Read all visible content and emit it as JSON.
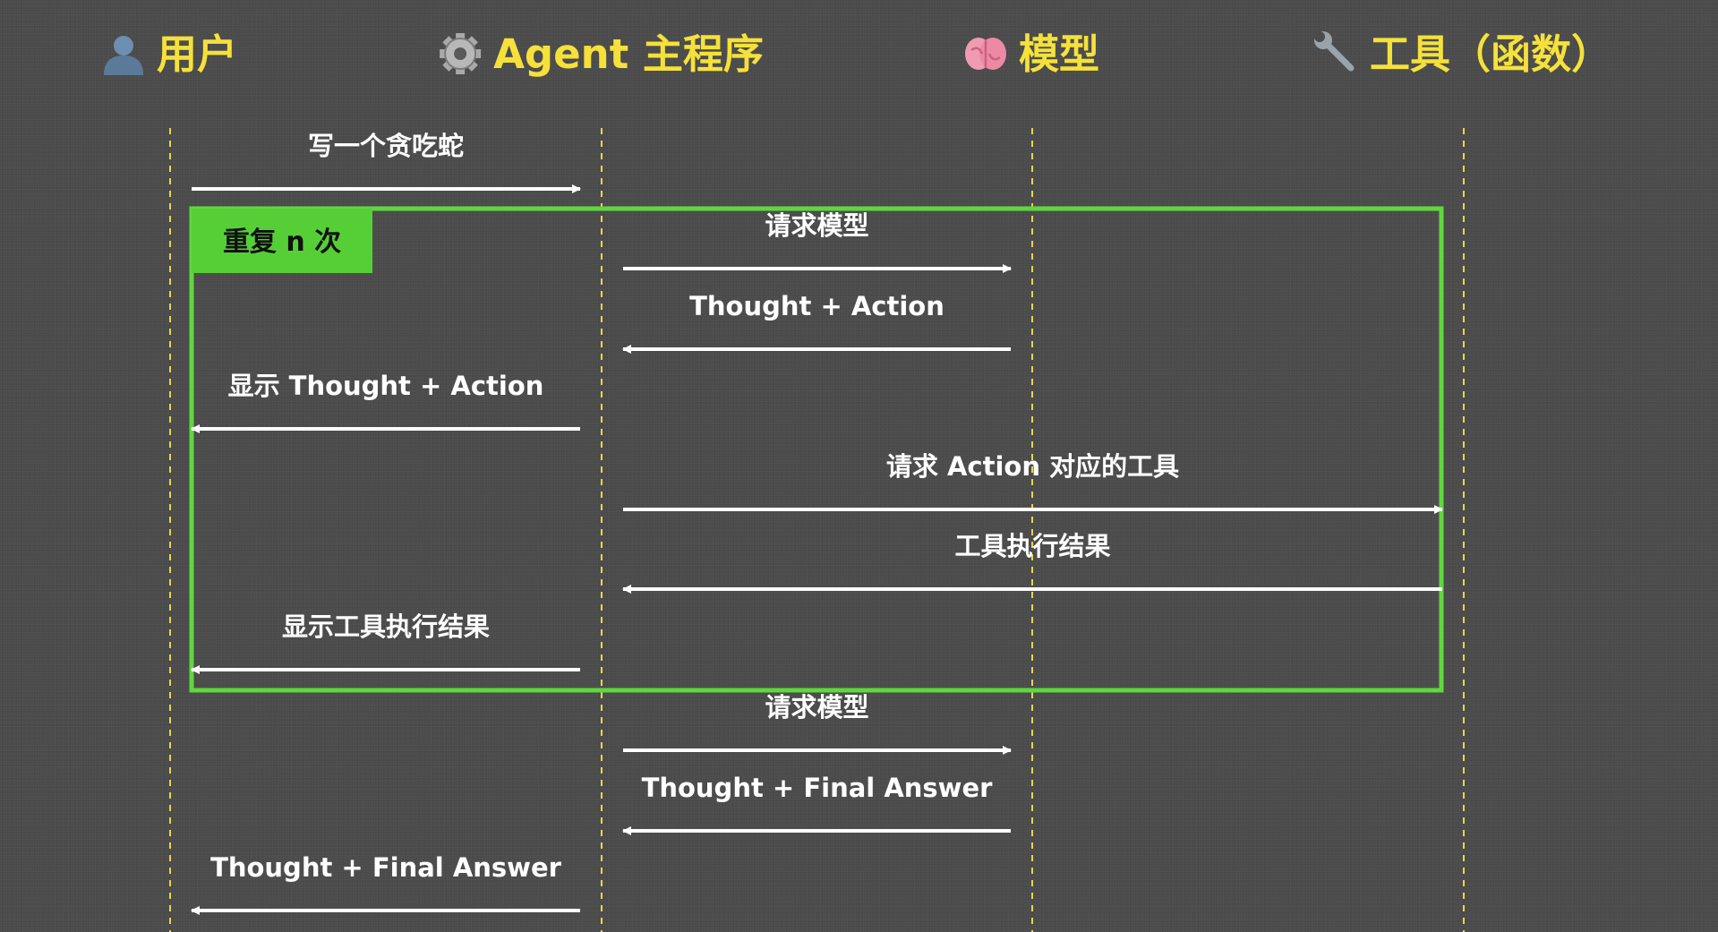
{
  "colors": {
    "background": "#4b4b4b",
    "actor_text": "#f5e13a",
    "lifeline": "#e8d64a",
    "message": "#ffffff",
    "loop_border": "#5fd83e",
    "loop_tag_bg": "#56cf37",
    "loop_tag_text": "#111111"
  },
  "actors": [
    {
      "id": "user",
      "icon": "user-icon",
      "label": "用户"
    },
    {
      "id": "agent",
      "icon": "gear-icon",
      "label": "Agent 主程序"
    },
    {
      "id": "model",
      "icon": "brain-icon",
      "label": "模型"
    },
    {
      "id": "tool",
      "icon": "wrench-icon",
      "label": "工具（函数）"
    }
  ],
  "loop": {
    "label": "重复 n 次",
    "first_message": 1,
    "last_message": 6
  },
  "messages": [
    {
      "from": "user",
      "to": "agent",
      "label": "写一个贪吃蛇"
    },
    {
      "from": "agent",
      "to": "model",
      "label": "请求模型"
    },
    {
      "from": "model",
      "to": "agent",
      "label": "Thought + Action"
    },
    {
      "from": "agent",
      "to": "user",
      "label": "显示 Thought + Action"
    },
    {
      "from": "agent",
      "to": "tool",
      "label": "请求 Action 对应的工具"
    },
    {
      "from": "tool",
      "to": "agent",
      "label": "工具执行结果"
    },
    {
      "from": "agent",
      "to": "user",
      "label": "显示工具执行结果"
    },
    {
      "from": "agent",
      "to": "model",
      "label": "请求模型"
    },
    {
      "from": "model",
      "to": "agent",
      "label": "Thought + Final Answer"
    },
    {
      "from": "agent",
      "to": "user",
      "label": "Thought + Final Answer"
    }
  ]
}
